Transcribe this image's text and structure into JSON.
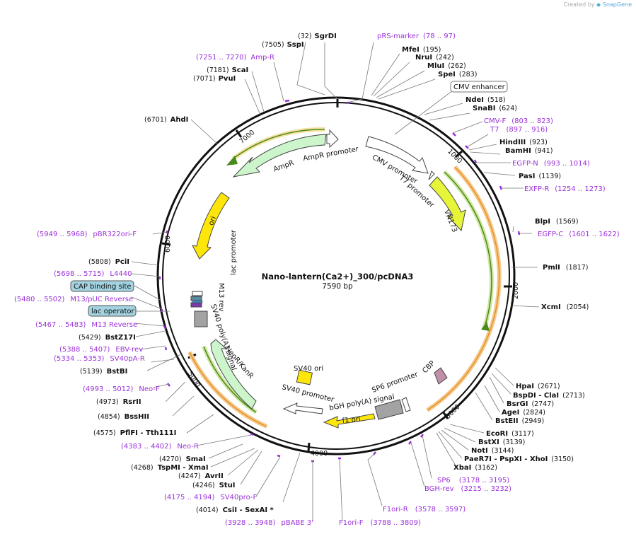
{
  "credit": {
    "prefix": "Created by",
    "brand": "SnapGene"
  },
  "plasmid": {
    "name": "Nano-lantern(Ca2+)_300/pcDNA3",
    "size": "7590 bp"
  },
  "ticks": [
    "1000",
    "2000",
    "3000",
    "4000",
    "5000",
    "6000",
    "7000"
  ],
  "features": [
    {
      "name": "AmpR promoter"
    },
    {
      "name": "AmpR"
    },
    {
      "name": "CMV promoter"
    },
    {
      "name": "T7 promoter"
    },
    {
      "name": "VN173"
    },
    {
      "name": "ori"
    },
    {
      "name": "lac promoter"
    },
    {
      "name": "M13 rev"
    },
    {
      "name": "SV40 poly(A) signal"
    },
    {
      "name": "NeoR/KanR"
    },
    {
      "name": "SV40 ori"
    },
    {
      "name": "SV40 promoter"
    },
    {
      "name": "CBP"
    },
    {
      "name": "SP6 promoter"
    },
    {
      "name": "bGH poly(A) signal"
    },
    {
      "name": "f1 ori"
    }
  ],
  "boxed_labels": [
    {
      "name": "CMV enhancer",
      "color": "#ffffff"
    },
    {
      "name": "CAP binding site",
      "color": "#a3d3e0"
    },
    {
      "name": "lac operator",
      "color": "#a3d3e0"
    }
  ],
  "right_labels": [
    {
      "pos": "(32)",
      "name": "SgrDI"
    },
    {
      "name": "pRS-marker",
      "range": "(78 .. 97)"
    },
    {
      "name": "MfeI",
      "pos": "(195)"
    },
    {
      "name": "NruI",
      "pos": "(242)"
    },
    {
      "name": "MluI",
      "pos": "(262)"
    },
    {
      "name": "SpeI",
      "pos": "(283)"
    },
    {
      "name": "NdeI",
      "pos": "(518)"
    },
    {
      "name": "SnaBI",
      "pos": "(624)"
    },
    {
      "name": "CMV-F",
      "range": "(803 .. 823)"
    },
    {
      "name": "T7",
      "range": "(897 .. 916)"
    },
    {
      "name": "HindIII",
      "pos": "(923)"
    },
    {
      "name": "BamHI",
      "pos": "(941)"
    },
    {
      "name": "EGFP-N",
      "range": "(993 .. 1014)"
    },
    {
      "name": "PasI",
      "pos": "(1139)"
    },
    {
      "name": "EXFP-R",
      "range": "(1254 .. 1273)"
    },
    {
      "name": "BlpI",
      "pos": "(1569)"
    },
    {
      "name": "EGFP-C",
      "range": "(1601 .. 1622)"
    },
    {
      "name": "PmlI",
      "pos": "(1817)"
    },
    {
      "name": "XcmI",
      "pos": "(2054)"
    },
    {
      "name": "HpaI",
      "pos": "(2671)"
    },
    {
      "name": "BspDI - ClaI",
      "pos": "(2713)"
    },
    {
      "name": "BsrGI",
      "pos": "(2747)"
    },
    {
      "name": "AgeI",
      "pos": "(2824)"
    },
    {
      "name": "BstEII",
      "pos": "(2949)"
    },
    {
      "name": "EcoRI",
      "pos": "(3117)"
    },
    {
      "name": "BstXI",
      "pos": "(3139)"
    },
    {
      "name": "NotI",
      "pos": "(3144)"
    },
    {
      "name": "PaeR7I - PspXI - XhoI",
      "pos": "(3150)"
    },
    {
      "name": "XbaI",
      "pos": "(3162)"
    },
    {
      "name": "SP6",
      "range": "(3178 .. 3195)"
    },
    {
      "name": "BGH-rev",
      "range": "(3215 .. 3232)"
    },
    {
      "name": "F1ori-R",
      "range": "(3578 .. 3597)"
    },
    {
      "name": "F1ori-F",
      "range": "(3788 .. 3809)"
    }
  ],
  "left_labels": [
    {
      "pos": "(7505)",
      "name": "SspI"
    },
    {
      "name": "Amp-R",
      "range": "(7251 .. 7270)"
    },
    {
      "pos": "(7181)",
      "name": "ScaI"
    },
    {
      "pos": "(7071)",
      "name": "PvuI"
    },
    {
      "pos": "(6701)",
      "name": "AhdI"
    },
    {
      "name": "pBR322ori-F",
      "range": "(5949 .. 5968)"
    },
    {
      "pos": "(5808)",
      "name": "PciI"
    },
    {
      "name": "L4440",
      "range": "(5698 .. 5715)"
    },
    {
      "name": "M13/pUC Reverse",
      "range": "(5480 .. 5502)"
    },
    {
      "name": "M13 Reverse",
      "range": "(5467 .. 5483)"
    },
    {
      "pos": "(5429)",
      "name": "BstZ17I"
    },
    {
      "name": "EBV-rev",
      "range": "(5388 .. 5407)"
    },
    {
      "name": "SV40pA-R",
      "range": "(5334 .. 5353)"
    },
    {
      "pos": "(5139)",
      "name": "BstBI"
    },
    {
      "name": "Neo-F",
      "range": "(4993 .. 5012)"
    },
    {
      "pos": "(4973)",
      "name": "RsrII"
    },
    {
      "pos": "(4854)",
      "name": "BssHII"
    },
    {
      "pos": "(4575)",
      "name": "PflFI - Tth111I"
    },
    {
      "name": "Neo-R",
      "range": "(4383 .. 4402)"
    },
    {
      "pos": "(4270)",
      "name": "SmaI"
    },
    {
      "pos": "(4268)",
      "name": "TspMI - XmaI"
    },
    {
      "pos": "(4247)",
      "name": "AvrII"
    },
    {
      "pos": "(4246)",
      "name": "StuI"
    },
    {
      "name": "SV40pro-F",
      "range": "(4175 .. 4194)"
    },
    {
      "pos": "(4014)",
      "name": "CsiI - SexAI *"
    },
    {
      "name": "pBABE 3'",
      "range": "(3928 .. 3948)"
    }
  ],
  "colors": {
    "backbone": "#111111",
    "primer": "#9b30d9",
    "promoter": "#ffffff",
    "gene": "#ccf5cc",
    "ori": "#ffe60a",
    "grey": "#a3a3a3",
    "cbp": "#c18fa6",
    "orange_arc": "#f0a030",
    "green_arc": "#4b8a1a"
  }
}
